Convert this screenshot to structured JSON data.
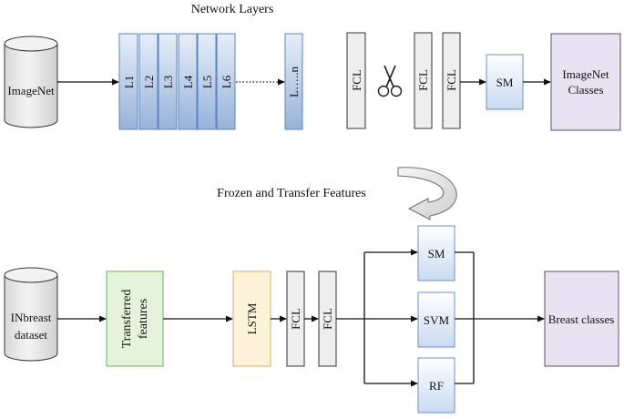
{
  "top": {
    "title": "Network Layers",
    "input": "ImageNet",
    "layers": [
      "L1",
      "L2",
      "L3",
      "L4",
      "L5",
      "L6"
    ],
    "layer_n": "L…..n",
    "fcl": [
      "FCL",
      "FCL",
      "FCL"
    ],
    "softmax": "SM",
    "output_line1": "ImageNet",
    "output_line2": "Classes"
  },
  "transfer_label": "Frozen and Transfer Features",
  "bottom": {
    "input_line1": "INbreast",
    "input_line2": "dataset",
    "features_line1": "Transferred",
    "features_line2": "features",
    "lstm": "LSTM",
    "fcl": [
      "FCL",
      "FCL"
    ],
    "classifiers": [
      "SM",
      "SVM",
      "RF"
    ],
    "output": "Breast classes"
  },
  "colors": {
    "layer_blue_top": "#e3ecf8",
    "layer_blue_bottom": "#9db7dc",
    "layer_border": "#5b83c0",
    "fcl_fill": "#eeeeee",
    "output_fill": "#e8e2f2",
    "features_fill": "#e4f3dc",
    "features_border": "#7fbf6a",
    "lstm_fill": "#fdf3d8",
    "lstm_border": "#d8bd78",
    "cylinder_fill": "#eaeaea"
  },
  "icons": [
    "scissors-icon",
    "curved-arrow-icon"
  ]
}
